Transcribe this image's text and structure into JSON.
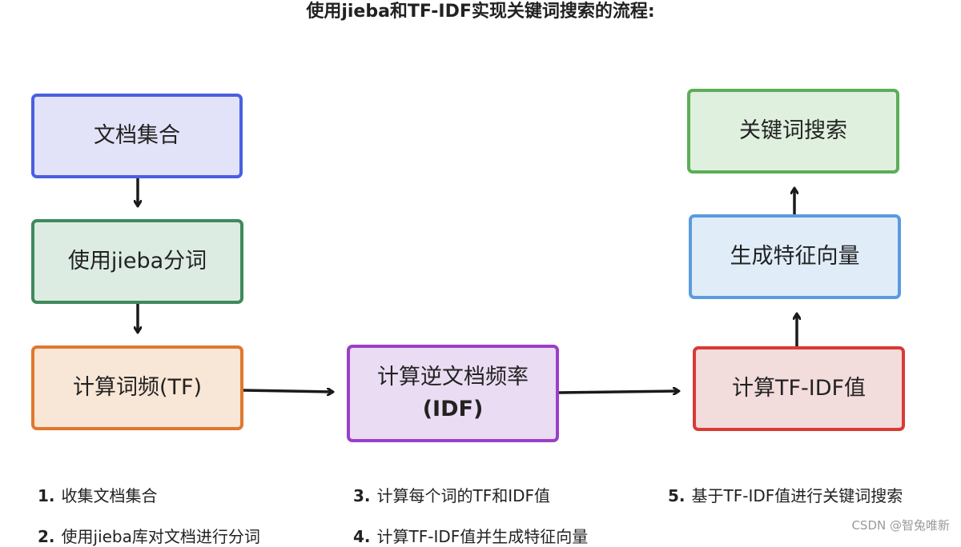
{
  "title": "使用jieba和TF-IDF实现关键词搜索的流程:",
  "nodes": {
    "doc_collection": {
      "label": "文档集合",
      "fill": "#e2e2f8",
      "stroke": "#4a5fe0"
    },
    "segmentation": {
      "label": "使用jieba分词",
      "fill": "#dcece3",
      "stroke": "#3f8a5c"
    },
    "tf": {
      "label": "计算词频(TF)",
      "fill": "#f8e6d6",
      "stroke": "#e0782f"
    },
    "idf": {
      "label_line1": "计算逆文档频率",
      "label_line2": "(IDF)",
      "fill": "#eadcf2",
      "stroke": "#9a3fc8"
    },
    "tfidf": {
      "label": "计算TF-IDF值",
      "fill": "#f3dcdc",
      "stroke": "#d93a35"
    },
    "vector": {
      "label": "生成特征向量",
      "fill": "#e0ecf8",
      "stroke": "#5b9be0"
    },
    "search": {
      "label": "关键词搜索",
      "fill": "#dff0de",
      "stroke": "#5cad58"
    }
  },
  "steps": [
    {
      "num": "1.",
      "text": "收集文档集合"
    },
    {
      "num": "2.",
      "text": "使用jieba库对文档进行分词"
    },
    {
      "num": "3.",
      "text": "计算每个词的TF和IDF值"
    },
    {
      "num": "4.",
      "text": "计算TF-IDF值并生成特征向量"
    },
    {
      "num": "5.",
      "text": "基于TF-IDF值进行关键词搜索"
    }
  ],
  "watermark": "CSDN @智兔唯新"
}
